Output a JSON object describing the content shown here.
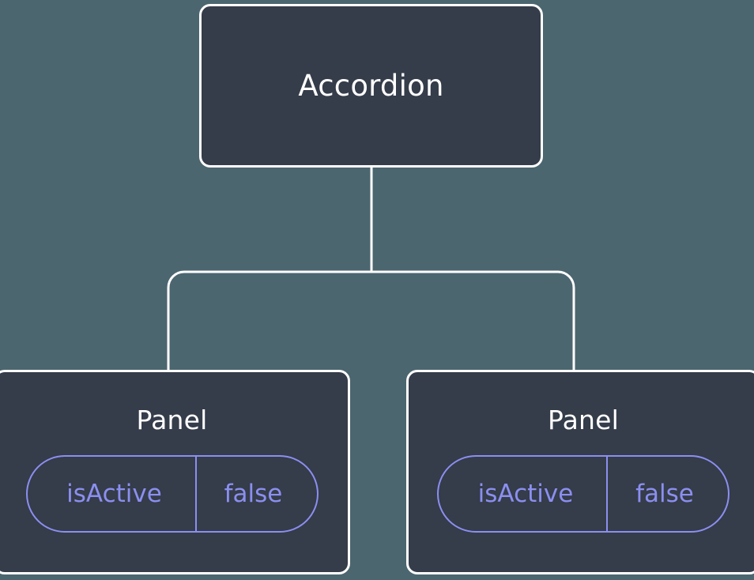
{
  "diagram": {
    "type": "component-tree",
    "background_color": "#4c6670",
    "node_fill_color": "#353c4a",
    "node_border_color": "#ffffff",
    "connector_color": "#ffffff",
    "badge_accent_color": "#8b8ff0",
    "title_text_color": "#ffffff",
    "root": {
      "label": "Accordion"
    },
    "children": [
      {
        "label": "Panel",
        "state": {
          "key": "isActive",
          "value": "false"
        }
      },
      {
        "label": "Panel",
        "state": {
          "key": "isActive",
          "value": "false"
        }
      }
    ]
  }
}
